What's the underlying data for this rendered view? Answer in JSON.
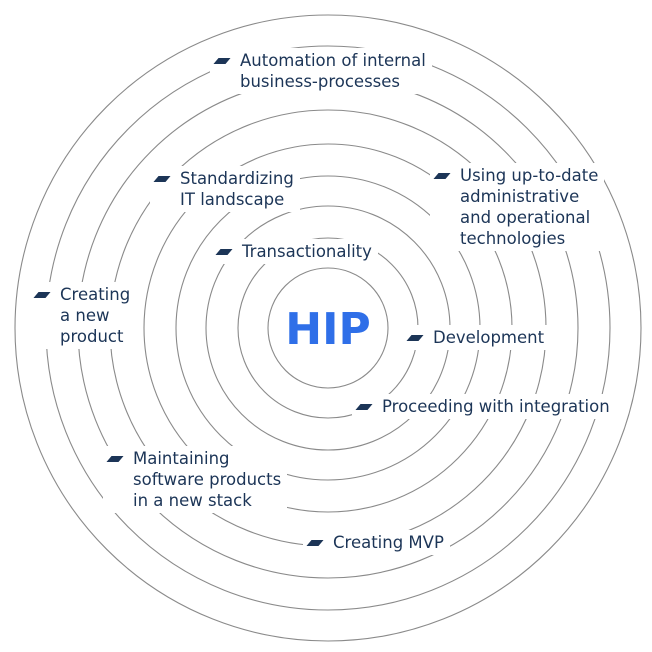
{
  "center_label": "HIP",
  "colors": {
    "accent": "#2f6fe8",
    "text": "#1c3557",
    "ring": "#8a8a8a"
  },
  "items": {
    "automation": "Automation of internal\nbusiness-processes",
    "using_technologies": "Using up-to-date\nadministrative\nand operational\ntechnologies",
    "standardizing": "Standardizing\nIT landscape",
    "transactionality": "Transactionality",
    "creating_product": "Creating\na new\nproduct",
    "development": "Development",
    "integration": "Proceeding with integration",
    "maintaining": "Maintaining\nsoftware products\nin a new stack",
    "creating_mvp": "Creating MVP"
  }
}
